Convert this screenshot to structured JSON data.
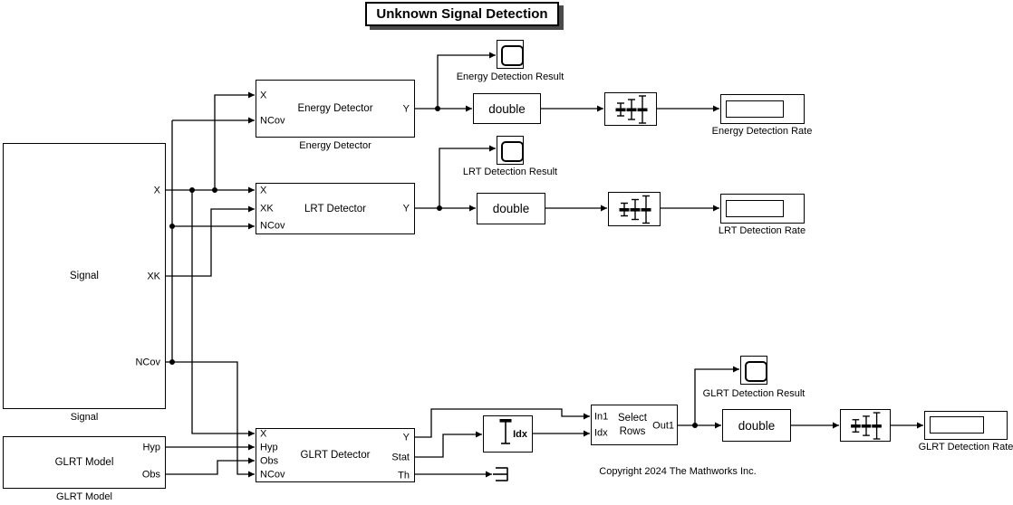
{
  "title": "Unknown Signal Detection",
  "copyright": "Copyright 2024 The Mathworks Inc.",
  "colors": {
    "foreground": "#000000",
    "background": "#ffffff",
    "title_shadow": "#4a4a4a"
  },
  "icons": {
    "scope": "scope-screen-icon",
    "mean": "running-mean-errorbar-icon",
    "max": "running-max-ibeam-icon",
    "terminator": "terminator-icon",
    "display": "display-readout-field"
  },
  "blocks": {
    "signal": {
      "label": "Signal",
      "caption": "Signal",
      "ports": {
        "x": "X",
        "xk": "XK",
        "ncov": "NCov"
      }
    },
    "glrt_model": {
      "label": "GLRT Model",
      "caption": "GLRT Model",
      "ports": {
        "hyp": "Hyp",
        "obs": "Obs"
      }
    },
    "energy_detector": {
      "label": "Energy Detector",
      "caption": "Energy Detector",
      "in": {
        "x": "X",
        "ncov": "NCov"
      },
      "out": {
        "y": "Y"
      }
    },
    "lrt_detector": {
      "label": "LRT Detector",
      "in": {
        "x": "X",
        "xk": "XK",
        "ncov": "NCov"
      },
      "out": {
        "y": "Y"
      }
    },
    "glrt_detector": {
      "label": "GLRT Detector",
      "in": {
        "x": "X",
        "hyp": "Hyp",
        "obs": "Obs",
        "ncov": "NCov"
      },
      "out": {
        "y": "Y",
        "stat": "Stat",
        "th": "Th"
      }
    },
    "energy_scope": {
      "caption": "Energy Detection Result"
    },
    "lrt_scope": {
      "caption": "LRT Detection Result"
    },
    "glrt_scope": {
      "caption": "GLRT Detection Result"
    },
    "energy_double": {
      "label": "double"
    },
    "lrt_double": {
      "label": "double"
    },
    "glrt_double": {
      "label": "double"
    },
    "energy_display": {
      "caption": "Energy Detection Rate"
    },
    "lrt_display": {
      "caption": "LRT Detection Rate"
    },
    "glrt_display": {
      "caption": "GLRT Detection Rate"
    },
    "max_idx": {
      "label": "Idx"
    },
    "select_rows": {
      "label_line1": "Select",
      "label_line2": "Rows",
      "ports": {
        "in1": "In1",
        "idx": "Idx",
        "out1": "Out1"
      }
    }
  }
}
